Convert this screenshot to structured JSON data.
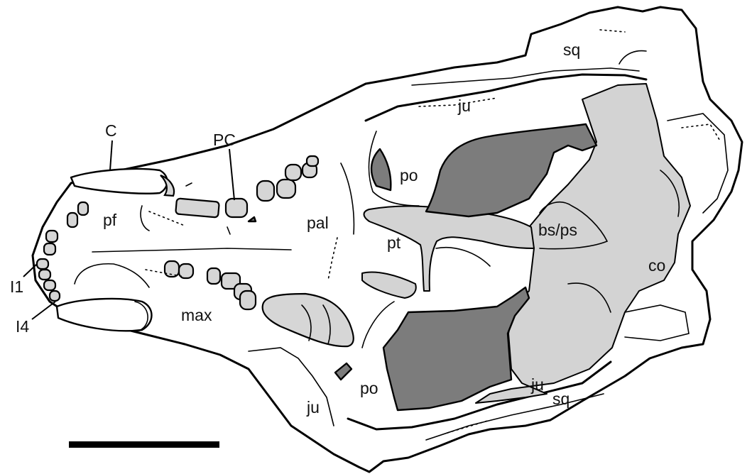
{
  "labels": {
    "c": "C",
    "pc": "PC",
    "pf": "pf",
    "pal": "pal",
    "pt": "pt",
    "po_upper": "po",
    "po_lower": "po",
    "max": "max",
    "ju_upper": "ju",
    "ju_lower_left": "ju",
    "ju_lower_right": "ju",
    "sq_upper": "sq",
    "sq_lower": "sq",
    "bs_ps": "bs/ps",
    "co": "co",
    "i1": "I1",
    "i4": "I4"
  },
  "colors": {
    "outline": "#000000",
    "background": "#ffffff",
    "light_gray_region": "#d3d3d3",
    "dark_gray_region": "#7c7c7c",
    "tooth_fill": "#d6d6d6"
  }
}
